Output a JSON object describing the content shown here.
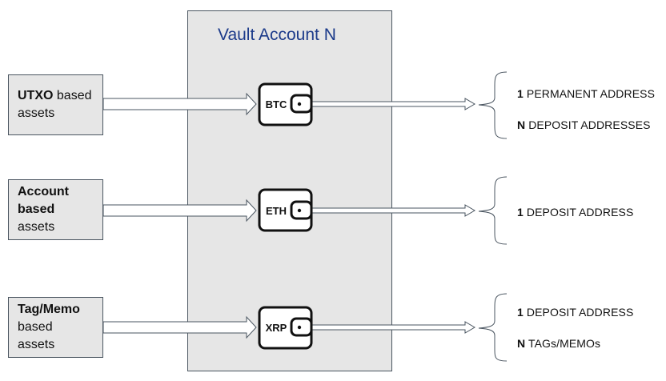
{
  "vault": {
    "title": "Vault Account N"
  },
  "sources": [
    {
      "bold": "UTXO",
      "rest_inline": " based",
      "rest_line": "assets"
    },
    {
      "bold_line1": "Account",
      "bold_line2": "based",
      "rest_line": "assets"
    },
    {
      "bold": "Tag/Memo",
      "rest_line1": "based",
      "rest_line2": "assets"
    }
  ],
  "wallets": [
    "BTC",
    "ETH",
    "XRP"
  ],
  "outputs": [
    [
      {
        "num": "1",
        "text": " PERMANENT ADDRESS"
      },
      {
        "num": "N",
        "text": " DEPOSIT ADDRESSES"
      }
    ],
    [
      {
        "num": "1",
        "text": " DEPOSIT ADDRESS"
      }
    ],
    [
      {
        "num": "1",
        "text": " DEPOSIT ADDRESS"
      },
      {
        "num": "N",
        "text": " TAGs/MEMOs"
      }
    ]
  ]
}
